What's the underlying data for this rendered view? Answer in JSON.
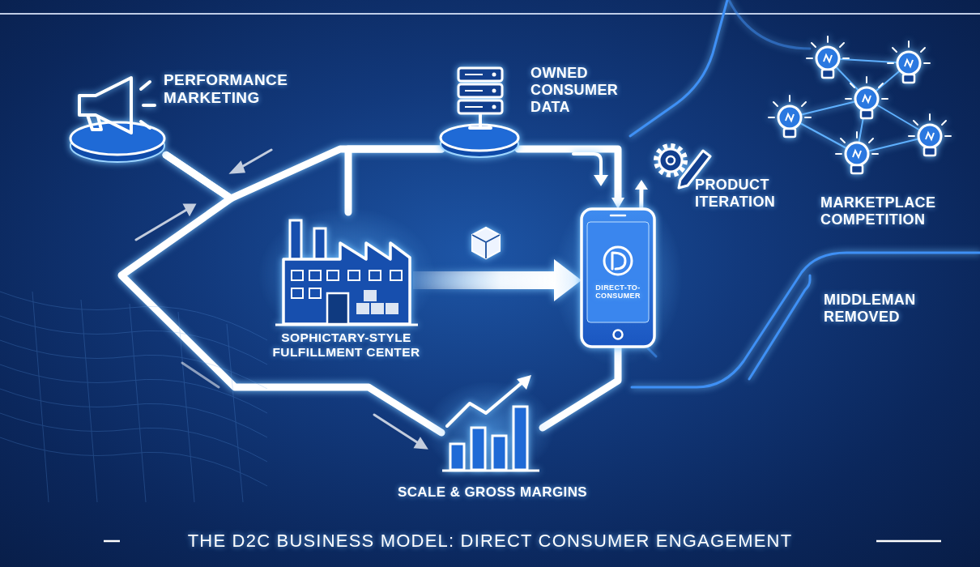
{
  "diagram": {
    "title": "THE D2C BUSINESS MODEL: DIRECT CONSUMER ENGAGEMENT",
    "nodes": [
      {
        "text": [
          "PERFORMANCE MARKETING"
        ]
      },
      {
        "text": [
          "OWNED CONSUMER DATA"
        ]
      },
      {
        "text": [
          "PRODUCT ITERATION"
        ]
      },
      {
        "text": [
          "MARKETPLACE COMPETITION"
        ]
      },
      {
        "text": [
          "SOPHICTARY-STYLE FULFILLMENT CENTER"
        ]
      },
      {
        "text": [
          "DIRECT-TO-CONSUMER"
        ]
      },
      {
        "text": [
          "SCALE & GROSS MARGINS"
        ]
      }
    ],
    "edges": [
      {
        "from": 0,
        "to": 1,
        "arrow": "none"
      },
      {
        "from": 4,
        "to": 1,
        "arrow": "none"
      },
      {
        "from": 1,
        "to": 5,
        "arrow": "to"
      },
      {
        "from": 4,
        "to": 5,
        "arrow": "to"
      },
      {
        "from": 6,
        "to": 5,
        "arrow": "none"
      },
      {
        "from": 0,
        "to": 6,
        "arrow": "none"
      },
      {
        "from": 5,
        "to": 2,
        "arrow": "to"
      }
    ],
    "labels": [
      "MIDDLEMAN REMOVED"
    ]
  }
}
